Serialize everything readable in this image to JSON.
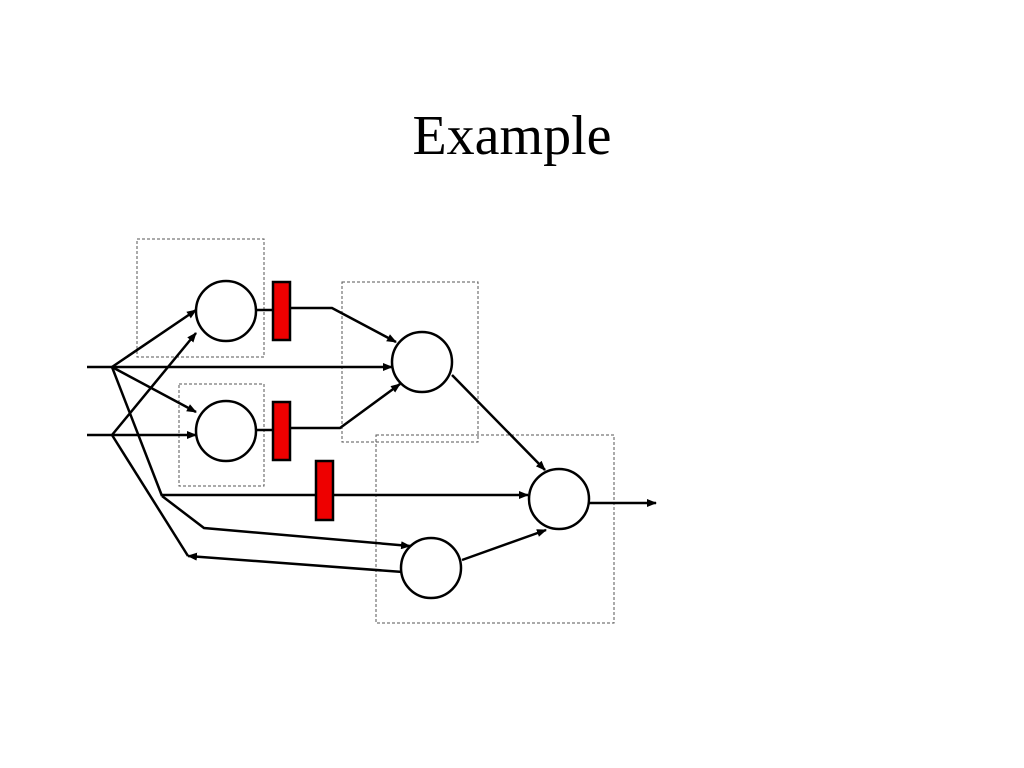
{
  "slide": {
    "title": "Example"
  },
  "diagram": {
    "description": "",
    "colors": {
      "stroke": "#000000",
      "register_fill": "#ee0000",
      "group_box": "#555555",
      "node_fill": "#ffffff"
    },
    "nodes": [
      {
        "id": "n1"
      },
      {
        "id": "n2"
      },
      {
        "id": "n3"
      },
      {
        "id": "n4"
      },
      {
        "id": "n5"
      }
    ],
    "registers": [
      {
        "id": "r1"
      },
      {
        "id": "r2"
      },
      {
        "id": "r3"
      }
    ],
    "inputs": [
      {
        "id": "in1"
      },
      {
        "id": "in2"
      }
    ],
    "outputs": [
      {
        "id": "out1"
      }
    ]
  }
}
